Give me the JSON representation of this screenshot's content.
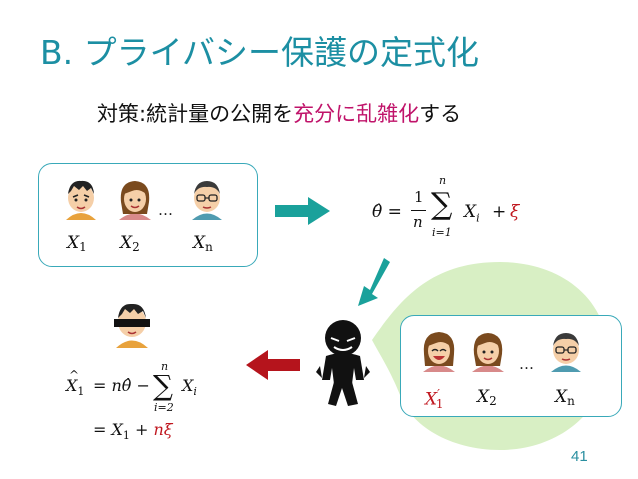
{
  "slide": {
    "title": "B. プライバシー保護の定式化",
    "subtitle_prefix": "対策:統計量の公開を",
    "subtitle_highlight": "充分に乱雑化",
    "subtitle_suffix": "する",
    "page_number": "41"
  },
  "top_box": {
    "labels": [
      {
        "var": "X",
        "sub": "1"
      },
      {
        "var": "X",
        "sub": "2"
      },
      {
        "var": "X",
        "sub": "n"
      }
    ],
    "ellipsis": "…"
  },
  "bottom_box": {
    "labels": [
      {
        "var": "X",
        "sub": "1",
        "prime": "′"
      },
      {
        "var": "X",
        "sub": "2"
      },
      {
        "var": "X",
        "sub": "n"
      }
    ],
    "ellipsis": "…"
  },
  "formula_top": {
    "lhs": "θ̂ =",
    "num": "1",
    "den": "n",
    "sum_top": "n",
    "sum_bottom": "i=1",
    "term": "X",
    "term_sub": "i",
    "plus": "+",
    "noise": "ξ"
  },
  "formula_bottom": {
    "line1_lhs_var": "X",
    "line1_lhs_sub": "1",
    "line1_mid": "= nθ̂ −",
    "sum_top": "n",
    "sum_bottom": "i=2",
    "term": "X",
    "term_sub": "i",
    "line2_eq": "= X",
    "line2_sub": "1",
    "line2_plus": "+",
    "line2_noise": "nξ"
  },
  "colors": {
    "title": "#1c8fa3",
    "highlight": "#c0136a",
    "arrow_teal": "#1aa19b",
    "arrow_red": "#b5141c",
    "bubble": "#d8efc4",
    "box_border": "#39a9b9"
  }
}
